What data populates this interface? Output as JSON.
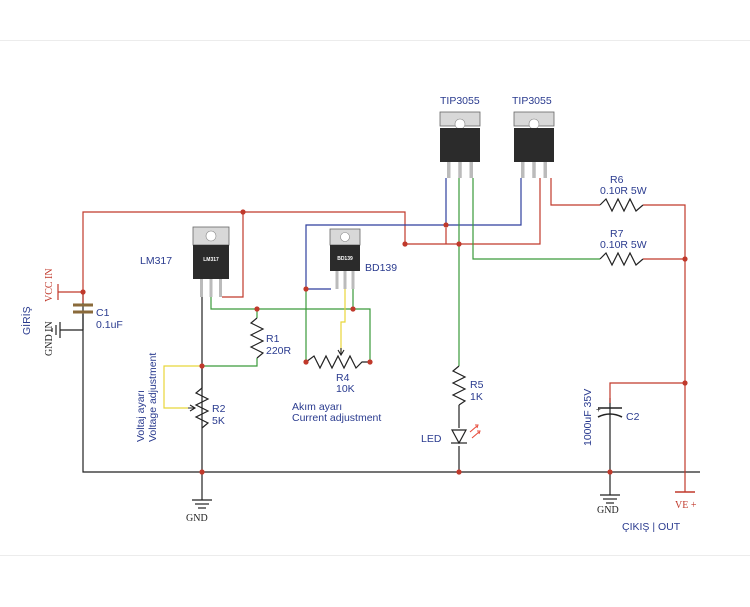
{
  "components": {
    "q1": {
      "label": "TIP3055"
    },
    "q2": {
      "label": "TIP3055"
    },
    "u1": {
      "label": "LM317",
      "chip_text": "LM317"
    },
    "q3": {
      "label": "BD139",
      "chip_text": "BD139"
    },
    "r1": {
      "name": "R1",
      "value": "220R"
    },
    "r2": {
      "name": "R2",
      "value": "5K"
    },
    "r4": {
      "name": "R4",
      "value": "10K"
    },
    "r5": {
      "name": "R5",
      "value": "1K"
    },
    "r6": {
      "name": "R6",
      "value": "0.10R 5W"
    },
    "r7": {
      "name": "R7",
      "value": "0.10R 5W"
    },
    "c1": {
      "name": "C1",
      "value": "0.1uF"
    },
    "c2": {
      "name": "C2",
      "value": "1000uF 35V"
    },
    "led": {
      "name": "LED"
    }
  },
  "labels": {
    "giris": "GİRİŞ",
    "vcc_in": "VCC IN",
    "gnd_in": "GND IN",
    "gnd_left": "GND",
    "gnd_right": "GND",
    "voltage_tr": "Voltaj ayarı",
    "voltage_en": "Voltage adjustment",
    "current_tr": "Akım ayarı",
    "current_en": "Current adjustment",
    "ve_plus": "VE +",
    "output": "ÇIKIŞ | OUT"
  },
  "colors": {
    "red_wire": "#c0392b",
    "blue_wire": "#2e3f9e",
    "green_wire": "#3a9a3a",
    "yellow_wire": "#e8d63a",
    "black_wire": "#222222",
    "label": "#2a3b8f"
  }
}
